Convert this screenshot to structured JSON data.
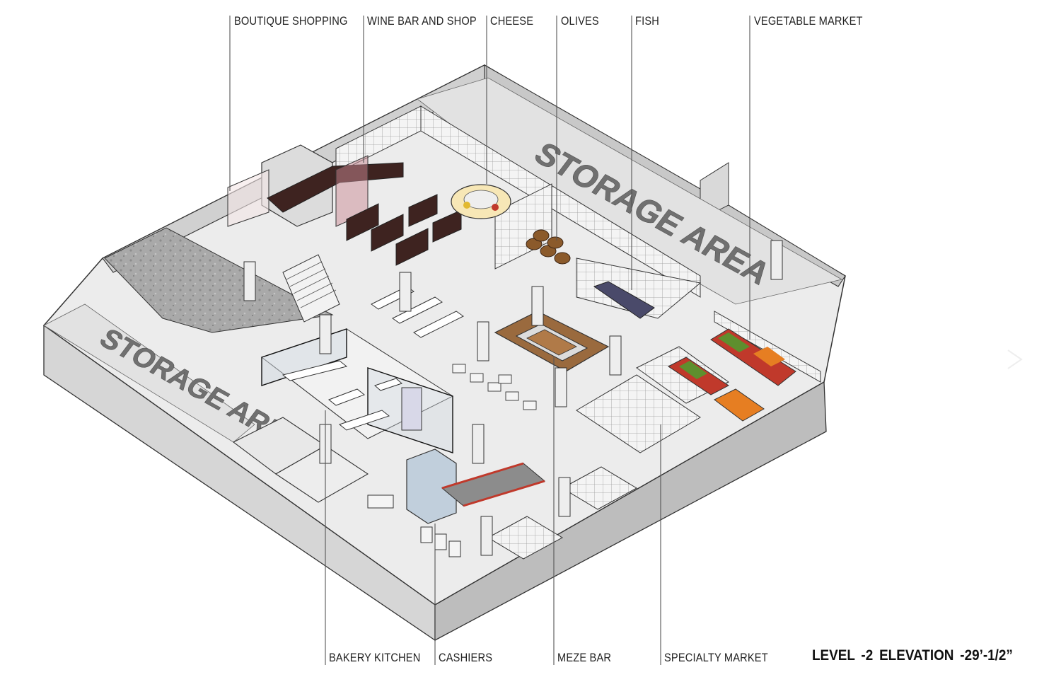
{
  "top_labels": [
    {
      "id": "boutique",
      "text": "BOUTIQUE SHOPPING"
    },
    {
      "id": "wine",
      "text": "WINE BAR AND SHOP"
    },
    {
      "id": "cheese",
      "text": "CHEESE"
    },
    {
      "id": "olives",
      "text": "OLIVES"
    },
    {
      "id": "fish",
      "text": "FISH"
    },
    {
      "id": "vegetable",
      "text": "VEGETABLE MARKET"
    }
  ],
  "bottom_labels": [
    {
      "id": "bakery",
      "text": "BAKERY KITCHEN"
    },
    {
      "id": "cashiers",
      "text": "CASHIERS"
    },
    {
      "id": "meze",
      "text": "MEZE BAR"
    },
    {
      "id": "specialty",
      "text": "SPECIALTY MARKET"
    }
  ],
  "elevation_label": "LEVEL -2  ELEVATION  -29’-1/2”",
  "areas": {
    "storage_upper": "STORAGE AREA",
    "storage_lower": "STORAGE AREA"
  },
  "colors": {
    "wall": "#d9d9d9",
    "wall_dark": "#bdbdbd",
    "floor": "#ececec",
    "line": "#333333",
    "wine_wood": "#3e2320",
    "counter_wood": "#9a6a3e",
    "produce_red": "#c0392b",
    "produce_green": "#5e8f2e",
    "produce_orange": "#e67e22",
    "escalator_red": "#c0392b",
    "glass_blue": "#9fb8cf"
  }
}
